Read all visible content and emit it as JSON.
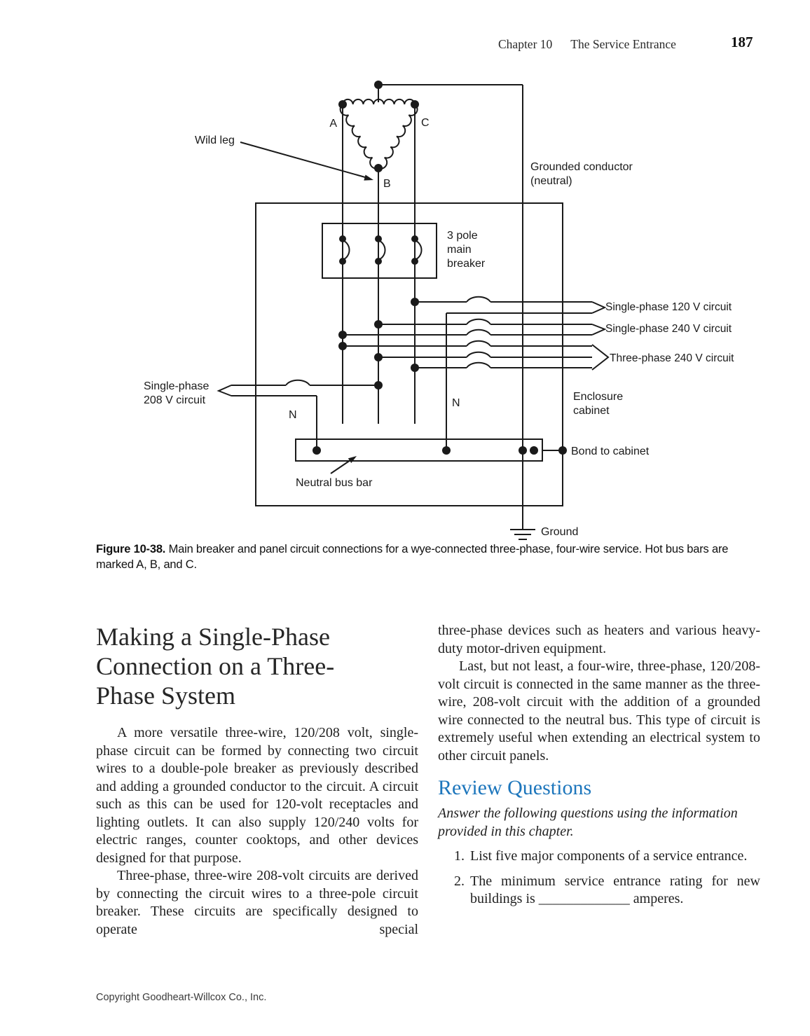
{
  "accent_blue": "#1d76bc",
  "header": {
    "chapter": "Chapter 10",
    "section_title": "The Service Entrance",
    "page_number": "187"
  },
  "diagram": {
    "labels": {
      "wild_leg": "Wild leg",
      "phase_a": "A",
      "phase_b": "B",
      "phase_c": "C",
      "grounded1": "Grounded conductor",
      "grounded2": "(neutral)",
      "breaker1": "3 pole",
      "breaker2": "main",
      "breaker3": "breaker",
      "c120": "Single-phase 120 V circuit",
      "c240": "Single-phase 240 V circuit",
      "c3ph": "Three-phase 240 V circuit",
      "c208a": "Single-phase",
      "c208b": "208 V circuit",
      "n_left": "N",
      "n_right": "N",
      "enc1": "Enclosure",
      "enc2": "cabinet",
      "bond": "Bond to cabinet",
      "busbar": "Neutral bus bar",
      "ground": "Ground"
    }
  },
  "figure_caption": {
    "number": "Figure 10-38.",
    "text": " Main breaker and panel circuit connections for a wye-connected three-phase, four-wire service. Hot bus bars are marked A, B, and C."
  },
  "article": {
    "heading_lines": [
      "Making a Single-Phase",
      "Connection on a Three-",
      "Phase System"
    ],
    "col1_paragraph1": "A more versatile three-wire, 120/208 volt, single-phase circuit can be formed by connecting two circuit wires to a double-pole breaker as previously described and adding a grounded conductor to the circuit. A circuit such as this can be used for 120-volt receptacles and lighting outlets. It can also supply 120/240 volts for electric ranges, counter cooktops, and other devices designed for that purpose.",
    "col1_paragraph2": "Three-phase, three-wire 208-volt circuits are derived by connecting the circuit wires to a three-pole circuit breaker. These circuits are specifically designed to operate special",
    "col2_continuation": "three-phase devices such as heaters and various heavy-duty motor-driven equipment.",
    "col2_paragraph": "Last, but not least, a four-wire, three-phase, 120/208-volt circuit is connected in the same manner as the three-wire, 208-volt circuit with the addition of a grounded wire connected to the neutral bus. This type of circuit is extremely useful when extending an electrical system to other circuit panels."
  },
  "review": {
    "heading": "Review Questions",
    "instructions": "Answer the following questions using the information provided in this chapter.",
    "questions": [
      {
        "number": "1.",
        "text": "List five major components of a service entrance."
      },
      {
        "number": "2.",
        "text": "The minimum service entrance rating for new buildings is _____________ amperes."
      }
    ]
  },
  "footer": {
    "copyright": "Copyright Goodheart-Willcox Co., Inc."
  }
}
